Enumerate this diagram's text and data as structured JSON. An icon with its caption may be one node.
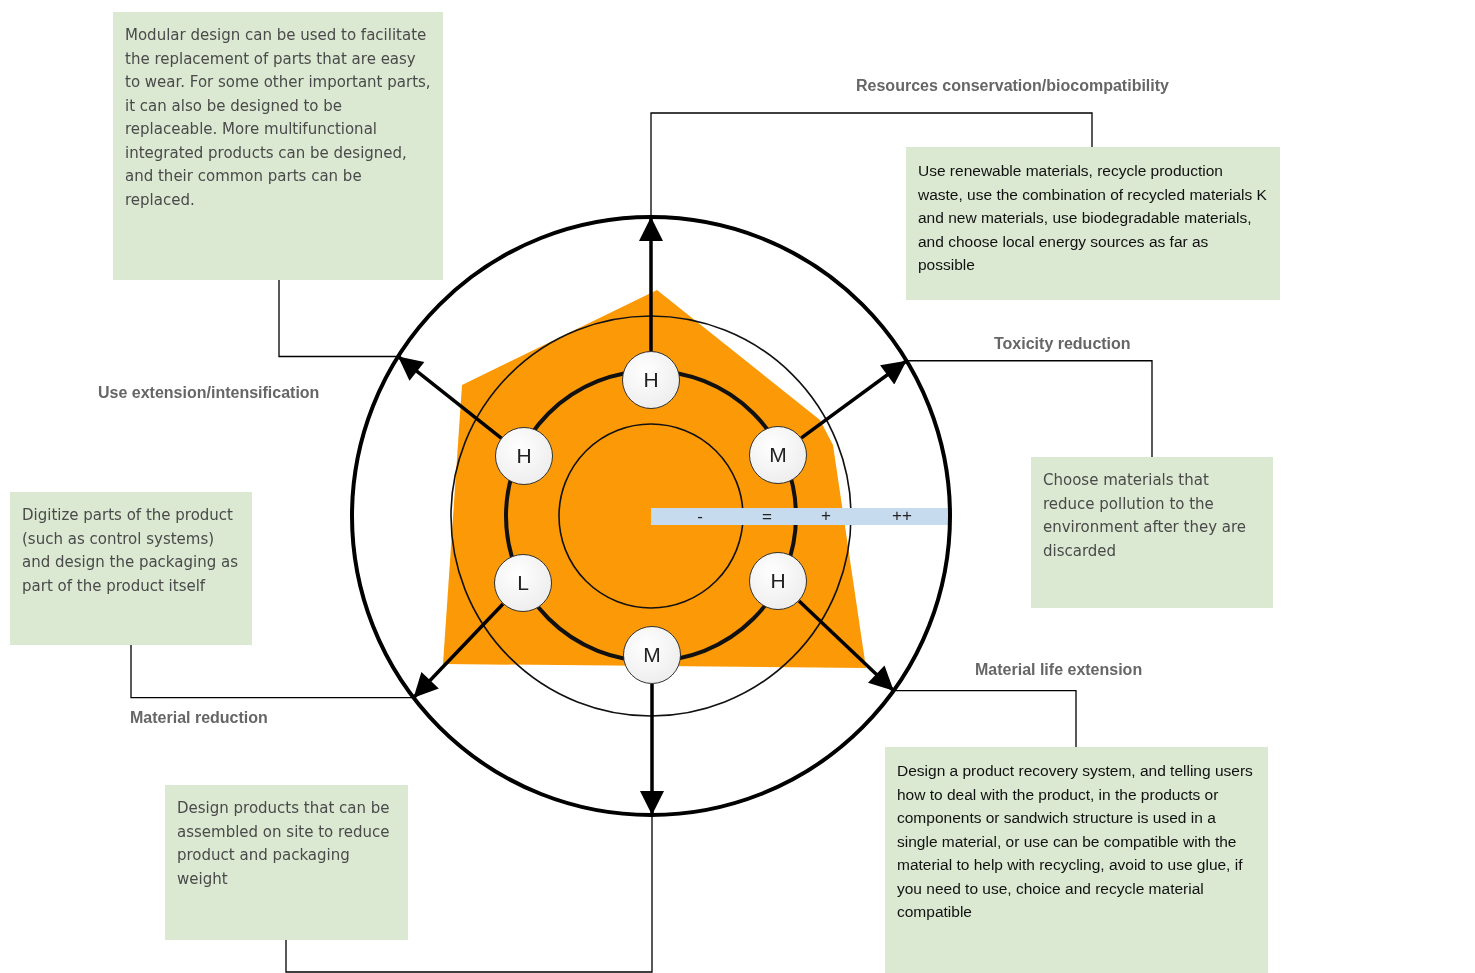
{
  "diagram": {
    "nodes": [
      {
        "text": [
          "Modular design can be used to facilitate the replacement of parts that are easy to wear. For some other important parts, it can also be designed to be replaceable. More multifunctional integrated products can be designed, and their common parts can be replaced."
        ]
      },
      {
        "text": [
          "Use renewable materials, recycle production waste, use the combination of recycled materials K and new materials, use biodegradable materials, and choose local energy sources as far as possible"
        ]
      },
      {
        "text": [],
        "shape": "circle"
      },
      {
        "text": [
          "H"
        ],
        "in": 2
      },
      {
        "text": [
          "H"
        ],
        "in": 2
      },
      {
        "text": [
          "M"
        ],
        "in": 2
      },
      {
        "text": [
          "Choose materials that reduce pollution to the environment after they are discarded"
        ]
      },
      {
        "text": [
          "Digitize parts of the product (such as control systems) and design the packaging as part of the product itself"
        ]
      },
      {
        "text": [
          "L"
        ],
        "in": 2
      },
      {
        "text": [
          "H"
        ],
        "in": 2
      },
      {
        "text": [
          "M"
        ],
        "in": 2
      },
      {
        "text": [
          "Design a product recovery system, and telling users how to deal with the product, in the products or components or sandwich structure is used in a single material, or use can be compatible with the material to help with recycling, avoid to use glue, if you need to use,  choice and recycle material compatible"
        ]
      },
      {
        "text": [
          "Design products that can be assembled on site to reduce product and packaging weight"
        ]
      }
    ],
    "edges": [
      {
        "from": 3,
        "to": 2,
        "arrow": "to"
      },
      {
        "from": 4,
        "to": 2,
        "arrow": "to"
      },
      {
        "from": 5,
        "to": 2,
        "arrow": "to"
      },
      {
        "from": 8,
        "to": 2,
        "arrow": "to"
      },
      {
        "from": 9,
        "to": 2,
        "arrow": "to"
      },
      {
        "from": 10,
        "to": 2,
        "arrow": "to"
      },
      {
        "from": 2,
        "to": 1,
        "arrow": "none"
      },
      {
        "from": 2,
        "to": 6,
        "arrow": "none"
      },
      {
        "from": 2,
        "to": 11,
        "arrow": "none"
      },
      {
        "from": 2,
        "to": 12,
        "arrow": "none"
      },
      {
        "from": 2,
        "to": 7,
        "arrow": "none"
      },
      {
        "from": 2,
        "to": 0,
        "arrow": "none"
      }
    ],
    "labels": [
      "Resources conservation/biocompatibility",
      "Toxicity reduction",
      "Use extension/intensification",
      "-",
      "=",
      "+",
      "++",
      "Material life extension",
      "Material reduction"
    ]
  }
}
